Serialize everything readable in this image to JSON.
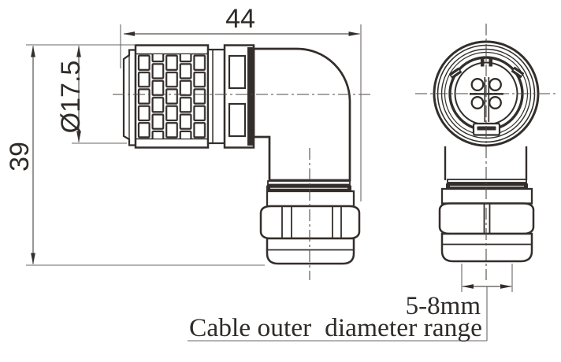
{
  "drawing": {
    "dimensions": {
      "overall_length_mm": "44",
      "overall_height_mm": "39",
      "coupling_diameter": "Ø17.5",
      "cable_range": "5-8mm"
    },
    "caption": "Cable outer  diameter range",
    "colors": {
      "outline": "#332e2b",
      "dimension_line": "#6b6764",
      "centerline": "#4e4a47",
      "text": "#2f2b28",
      "background": "#ffffff"
    }
  }
}
